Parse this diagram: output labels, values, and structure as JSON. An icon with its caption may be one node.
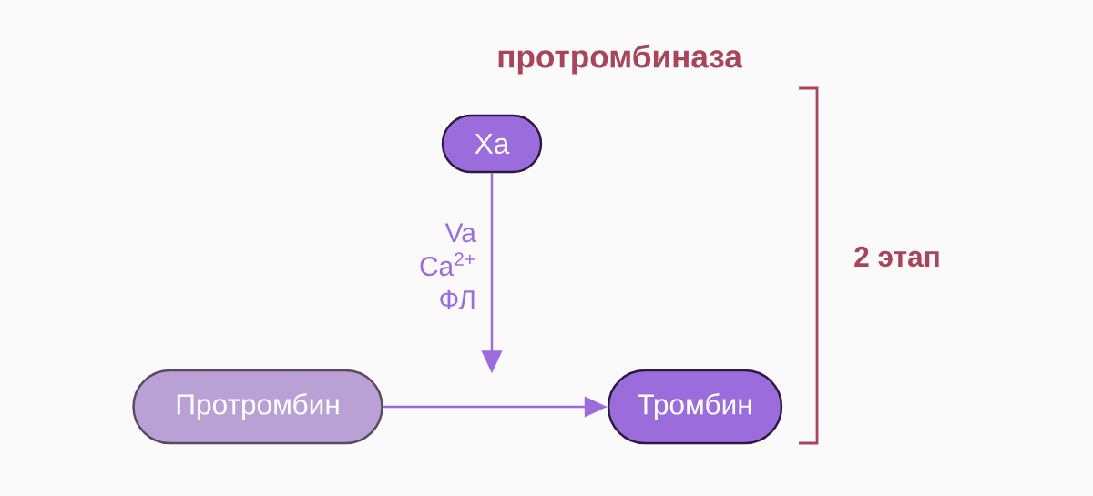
{
  "diagram": {
    "title": "протромбиназа",
    "nodes": [
      {
        "text": [
          "Xa"
        ]
      },
      {
        "text": [
          "Протромбин"
        ]
      },
      {
        "text": [
          "Тромбин"
        ]
      }
    ],
    "edges": [
      {
        "from": 0,
        "to": null,
        "arrow": "to",
        "label": "Va Ca$^{2+}$ ФЛ"
      },
      {
        "from": 1,
        "to": 2,
        "arrow": "to"
      }
    ],
    "labels": [
      "2 этап"
    ]
  }
}
